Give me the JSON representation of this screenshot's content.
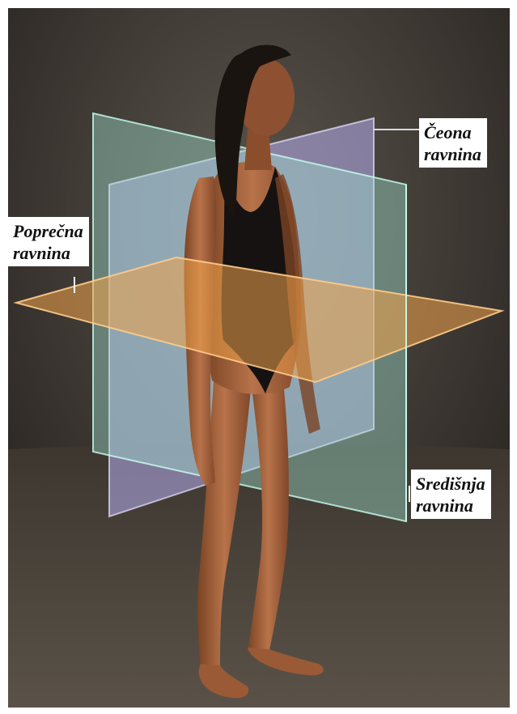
{
  "labels": {
    "coronal": {
      "line1": "Čeona",
      "line2": "ravnina"
    },
    "transverse": {
      "line1": "Poprečna",
      "line2": "ravnina"
    },
    "sagittal": {
      "line1": "Središnja",
      "line2": "ravnina"
    }
  },
  "colors": {
    "background": "#3a3530",
    "floor": "#4a4238",
    "skin": "#a9683f",
    "swimsuit": "#161212",
    "hair": "#1a1410",
    "coronal_plane": "#b8aef0",
    "sagittal_plane": "#9fe0d0",
    "transverse_plane": "#f0a24a",
    "leader_line": "#d8d8e8"
  }
}
